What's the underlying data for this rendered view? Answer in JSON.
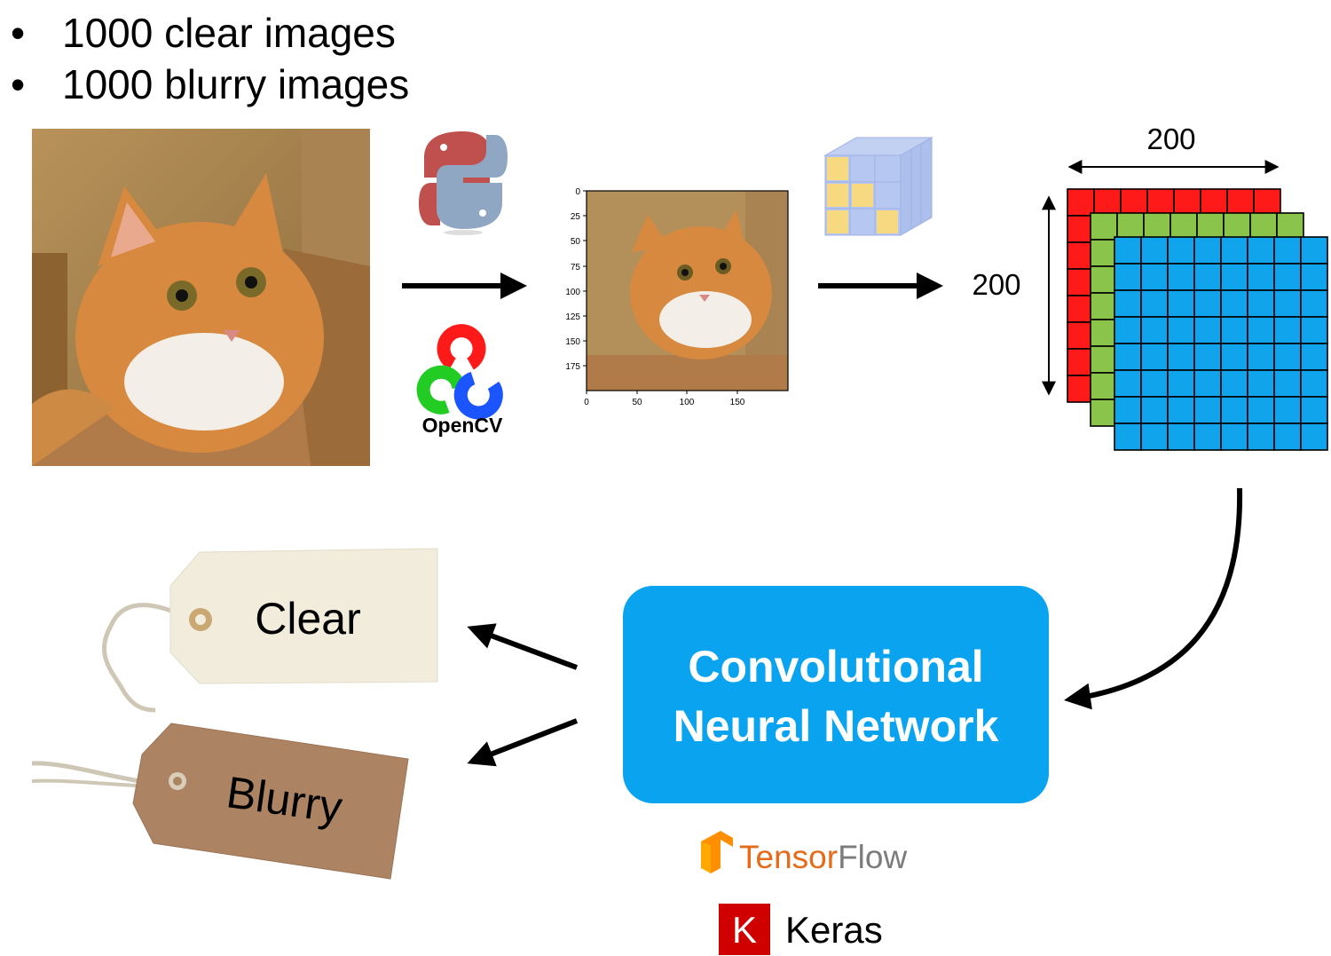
{
  "bullets": [
    "1000 clear images",
    "1000 blurry images"
  ],
  "plot_ticks": {
    "y": [
      "0",
      "25",
      "50",
      "75",
      "100",
      "125",
      "150",
      "175"
    ],
    "x": [
      "0",
      "50",
      "100",
      "150"
    ]
  },
  "logos": {
    "opencv": "OpenCV",
    "tensorflow_a": "Tensor",
    "tensorflow_b": "Flow",
    "keras_mark": "K",
    "keras": "Keras"
  },
  "tensor": {
    "width_label": "200",
    "height_label": "200",
    "colors": [
      "#ff1a1a",
      "#8bc44a",
      "#10a4ec"
    ]
  },
  "cnn": {
    "line1": "Convolutional",
    "line2": "Neural Network",
    "color": "#0aa3f0"
  },
  "tags": {
    "clear": "Clear",
    "blurry": "Blurry"
  },
  "icons": [
    "python-logo-icon",
    "opencv-logo-icon",
    "numpy-logo-icon",
    "tensorflow-logo-icon",
    "keras-logo-icon"
  ]
}
